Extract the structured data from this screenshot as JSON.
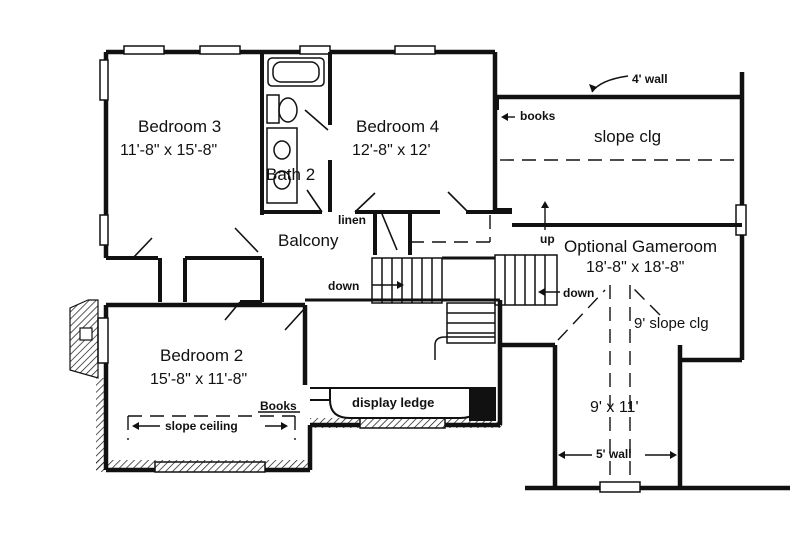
{
  "rooms": {
    "bedroom3": {
      "name": "Bedroom 3",
      "size": "11'-8\" x 15'-8\""
    },
    "bedroom4": {
      "name": "Bedroom 4",
      "size": "12'-8\" x 12'"
    },
    "bath2": {
      "name": "Bath 2"
    },
    "balcony": {
      "name": "Balcony"
    },
    "gameroom": {
      "name": "Optional Gameroom",
      "size": "18'-8\" x 18'-8\""
    },
    "bedroom2": {
      "name": "Bedroom 2",
      "size": "15'-8\" x 11'-8\""
    },
    "alcove": {
      "size": "9' x 11'"
    }
  },
  "notes": {
    "four_wall": "4' wall",
    "books_top": "books",
    "slope_clg_top": "slope clg",
    "linen": "linen",
    "up": "up",
    "down_left": "down",
    "down_right": "down",
    "nine_slope": "9' slope clg",
    "slope_ceiling": "slope ceiling",
    "books_lower": "Books",
    "display_ledge": "display ledge",
    "five_wall": "5' wall"
  },
  "colors": {
    "ink": "#111111",
    "paper": "#ffffff"
  }
}
